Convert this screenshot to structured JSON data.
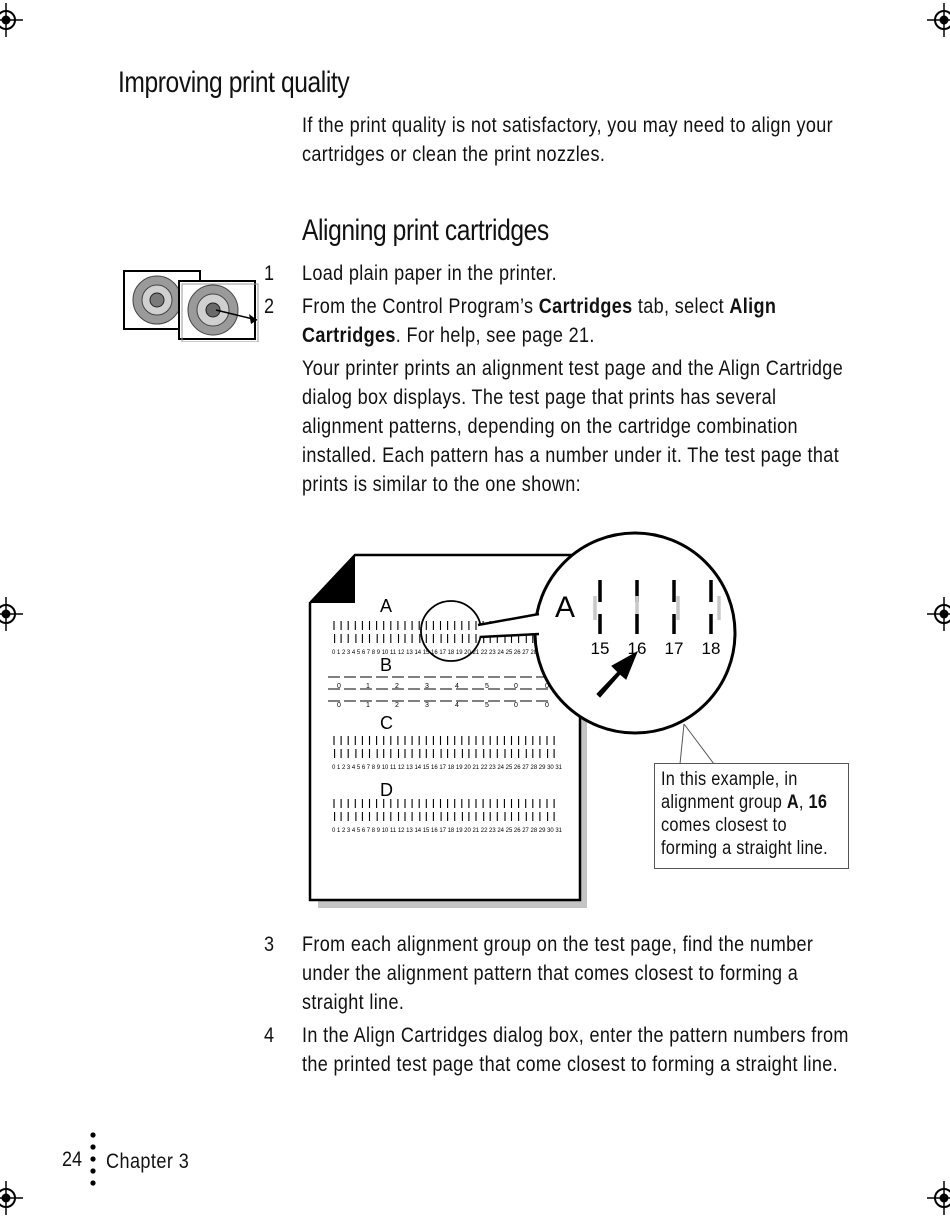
{
  "heading": "Improving print quality",
  "intro": "If the print quality is not satisfactory, you may need to align your cartridges or clean the print nozzles.",
  "subheading": "Aligning print cartridges",
  "steps": [
    {
      "num": "1",
      "text": "Load plain paper in the printer."
    },
    {
      "num": "2",
      "pre": "From the Control Program’s ",
      "b1": "Cartridges",
      "mid": " tab, select ",
      "b2": "Align Cartridges",
      "post": ". For help, see page 21."
    },
    {
      "num": "3",
      "text": "From each alignment group on the test page, find the number under the alignment pattern that comes closest to forming a straight line."
    },
    {
      "num": "4",
      "text": "In the Align Cartridges dialog box, enter the pattern numbers from the printed test page that come closest to forming a straight line."
    }
  ],
  "explanation": "Your printer prints an alignment test page and the Align Cartridge dialog box displays. The test page that prints has several alignment patterns, depending on the cartridge combination installed. Each pattern has a number under it. The test page that prints is similar to the one shown:",
  "figure": {
    "groups": [
      "A",
      "B",
      "C",
      "D"
    ],
    "numbers_31": "0 1 2 3 4 5 6 7 8 9 10 11 12 13 14 15 16 17 18 19 20 21 22 23 24 25 26 27 28 29 30 31",
    "group_b_numbers": [
      "0",
      "1",
      "2",
      "3",
      "4",
      "5",
      "0",
      "0"
    ],
    "zoom_letter": "A",
    "zoom_numbers": [
      "15",
      "16",
      "17",
      "18"
    ]
  },
  "callout": {
    "pre": "In this example, in alignment group ",
    "b1": "A",
    "mid": ", ",
    "b2": "16",
    "post": " comes closest to forming a straight line."
  },
  "footer": {
    "page_number": "24",
    "chapter": "Chapter 3"
  }
}
